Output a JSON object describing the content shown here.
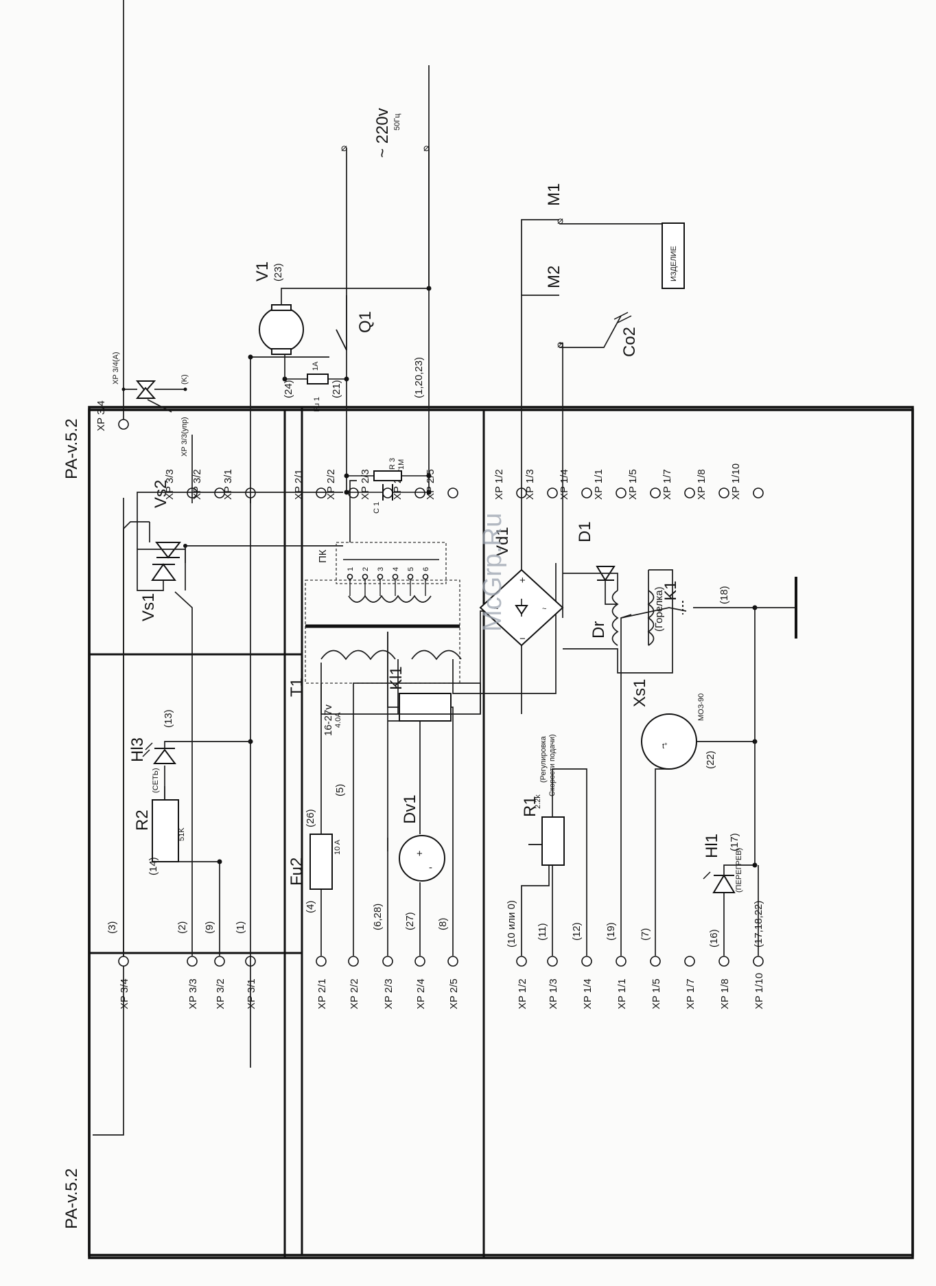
{
  "watermark": "McGrp.Ru",
  "mains": {
    "voltage": "~ 220v",
    "freq": "50Гц"
  },
  "connector_block": {
    "title": "PA-v.5.2",
    "pins": [
      "XP 3/4",
      "XP 3/3",
      "XP 3/2",
      "XP 3/1",
      "XP 2/1",
      "XP 2/2",
      "XP 2/3",
      "XP 2/4",
      "XP 2/5",
      "XP 1/2",
      "XP 1/3",
      "XP 1/4",
      "XP 1/1",
      "XP 1/5",
      "XP 1/7",
      "XP 1/8",
      "XP 1/10"
    ],
    "wire_numbers": [
      "(3)",
      "(2)",
      "(9)",
      "(1)",
      "(4)",
      "(5)",
      "(6,28)",
      "(27)",
      "(8)",
      "(10 или 0)",
      "(11)",
      "(12)",
      "(19)",
      "(7)",
      "(16)",
      "(17,18,22)",
      "(14)",
      "(13)",
      "(26)",
      "(22)",
      "(18)",
      "(17)"
    ]
  },
  "components": {
    "R2": "R2",
    "R2_value": "51K",
    "Hl3": "Hl3",
    "Hl3_note": "(СЕТЬ)",
    "Fu2": "Fu2",
    "Fu2_value": "10 A",
    "sec_v": "16-27v",
    "sec_a": "4.0A",
    "Kl1": "Kl1",
    "Dv1": "Dv1",
    "R1": "R1",
    "R1_value": "2.2k",
    "R1_note_1": "(Регулировка",
    "R1_note_2": "Скорости подачи)",
    "Xs1": "Xs1",
    "Xs1_type": "МОЗ-90",
    "Xs1_sym": "t°",
    "K1": "K1",
    "K1_note": "(Горелка)",
    "Hl1": "Hl1",
    "Hl1_note": "(ПЕРЕГРЕВ)",
    "Vs1": "Vs1",
    "Vs2": "Vs2",
    "T1": "T1",
    "PK": "ПК",
    "taps": [
      "1",
      "2",
      "3",
      "4",
      "5",
      "6"
    ],
    "Vd1": "Vd1",
    "D1": "D1",
    "Dr": "Dr",
    "C1": "C 1",
    "R3": "R 3",
    "R3_value": "1M",
    "Fu1": "Fu 1",
    "Fu1_value": "1A",
    "V1": "V1",
    "Q1": "Q1",
    "M1": "M1",
    "M2": "M2",
    "Co2": "Co2",
    "product": "ИЗДЕЛИЕ",
    "triac_a": "XP 3/4(A)",
    "triac_k": "(K)",
    "triac_g": "XP 3/3(упр)",
    "w24": "(24)",
    "w21": "(21)",
    "w23": "(23)",
    "w12023": "(1,20,23)"
  }
}
